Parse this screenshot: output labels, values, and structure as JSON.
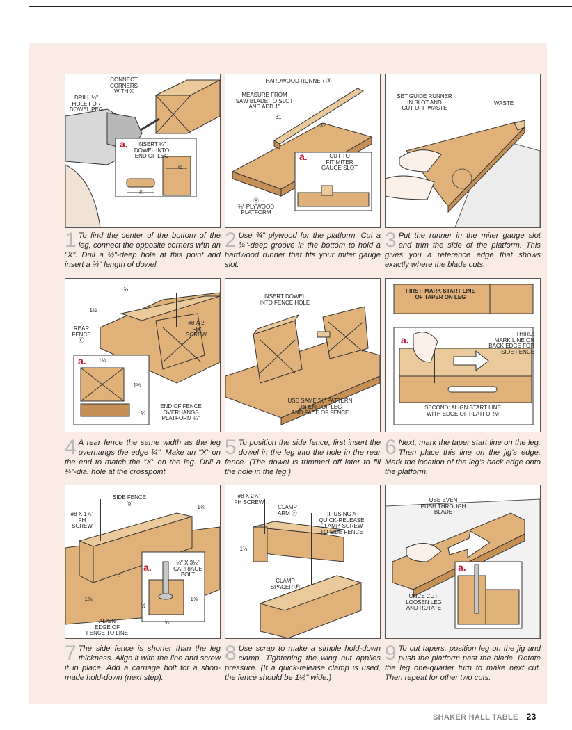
{
  "footer": {
    "title": "SHAKER HALL TABLE",
    "page": "23"
  },
  "steps": [
    {
      "number": "1",
      "caption": "To find the center of the bottom of the leg, connect the opposite corners with an \"X\". Drill a ½\"-deep hole at this point and insert a ¾\" length of dowel.",
      "labels": [
        "CONNECT\nCORNERS\nWITH X",
        "DRILL ¼\"\nHOLE FOR\nDOWEL PEG",
        "INSERT ¼\"\nDOWEL INTO\nEND OF LEG",
        "½",
        "¾"
      ],
      "inset": "a."
    },
    {
      "number": "2",
      "caption": "Use ¾\" plywood for the platform. Cut a ¼\"-deep groove in the bottom to hold a hardwood runner that fits your miter gauge slot.",
      "labels": [
        "HARDWOOD RUNNER Ⓑ",
        "MEASURE FROM\nSAW BLADE TO SLOT\nAND ADD 1\"",
        "31",
        "32",
        "CUT TO\nFIT MITER\nGAUGE SLOT",
        "Ⓐ\n¾\" PLYWOOD\nPLATFORM"
      ],
      "inset": "a."
    },
    {
      "number": "3",
      "caption": "Put the runner in the miter gauge slot and trim the side of the platform. This gives you a reference edge that shows exactly where the blade cuts.",
      "labels": [
        "SET GUIDE RUNNER\nIN SLOT AND\nCUT OFF WASTE",
        "WASTE"
      ]
    },
    {
      "number": "4",
      "caption": "A rear fence the same width as the leg overhangs the edge ¼\". Make an \"X\" on the end to match the \"X\" on the leg. Drill a ¼\"-dia. hole at the crosspoint.",
      "labels": [
        "¾",
        "1½",
        "REAR\nFENCE\nⒸ",
        "#8 x 2\nFh\nSCREW",
        "1½",
        "1½",
        "END OF FENCE\nOVERHANGS\nPLATFORM ¼\"",
        "¼"
      ],
      "inset": "a."
    },
    {
      "number": "5",
      "caption": "To position the side fence, first insert the dowel in the leg into the hole in the rear fence. (The dowel is trimmed off later to fill the hole in the leg.)",
      "labels": [
        "INSERT DOWEL\nINTO FENCE HOLE",
        "USE SAME \"X\" PATTERN\nON END OF LEG\nAND FACE OF FENCE"
      ]
    },
    {
      "number": "6",
      "caption": "Next, mark the taper start line on the leg. Then place this line on the jig's edge. Mark the location of the leg's back edge onto the platform.",
      "labels": [
        "FIRST: MARK START LINE\nOF TAPER ON LEG",
        "THIRD:\nMARK LINE ON\nBACK EDGE FOR\nSIDE FENCE",
        "SECOND: ALIGN START LINE\nWITH EDGE OF PLATFORM"
      ],
      "inset": "a."
    },
    {
      "number": "7",
      "caption": "The side fence is shorter than the leg thickness. Align it with the line and screw it in place. Add a carriage bolt for a shop-made hold-down (next step).",
      "labels": [
        "SIDE FENCE\nⒹ",
        "#8 x 1¾\"\nFh\nSCREW",
        "1⅜",
        "5",
        "¼\" x 3½\"\nCARRIAGE\nBOLT",
        "1⅜",
        "½",
        "⅝",
        "1⅜",
        "ALIGN\nEDGE OF\nFENCE TO LINE"
      ],
      "inset": "a."
    },
    {
      "number": "8",
      "caption": "Use scrap to make a simple hold-down clamp. Tightening the wing nut applies pressure. (If a quick-release clamp is used, the fence should be 1½\" wide.)",
      "labels": [
        "#8 x 2¾\"\nFh SCREW",
        "CLAMP\nARM Ⓔ",
        "IF USING A\nQUICK-RELEASE\nCLAMP, SCREW\nTO SIDE FENCE",
        "1½",
        "CLAMP\nSPACER Ⓕ"
      ]
    },
    {
      "number": "9",
      "caption": "To cut tapers, position leg on the jig and push the platform past the blade. Rotate the leg one-quarter turn to make next cut. Then repeat for other two cuts.",
      "labels": [
        "USE EVEN\nPUSH THROUGH\nBLADE",
        "ONCE CUT,\nLOOSEN LEG\nAND ROTATE"
      ],
      "inset": "a."
    }
  ],
  "colors": {
    "wood": "#e0b27a",
    "wood_dark": "#c58f55",
    "wood_end": "#eac99b",
    "inset_tag": "#c4122f",
    "sheet": "#f9ece5"
  }
}
